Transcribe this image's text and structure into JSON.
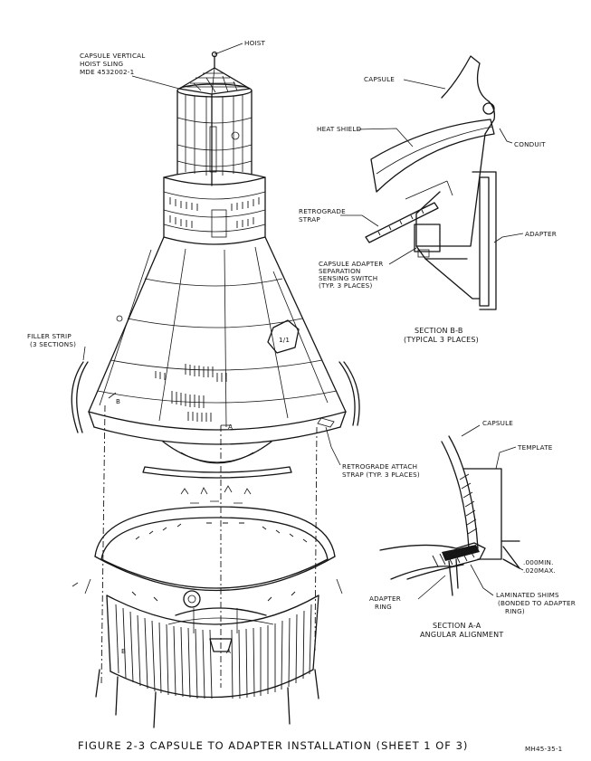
{
  "labels": {
    "hoist": "HOIST",
    "sling_line1": "CAPSULE VERTICAL",
    "sling_line2": "HOIST SLING",
    "sling_line3": "MDE 4532002-1",
    "filler_line1": "FILLER STRIP",
    "filler_line2": "(3 SECTIONS)",
    "capsule_b": "CAPSULE",
    "heat_shield": "HEAT SHIELD",
    "conduit": "CONDUIT",
    "retro_strap_line1": "RETROGRADE",
    "retro_strap_line2": "STRAP",
    "adapter": "ADAPTER",
    "switch_line1": "CAPSULE ADAPTER",
    "switch_line2": "SEPARATION",
    "switch_line3": "SENSING SWITCH",
    "switch_line4": "(TYP. 3 PLACES)",
    "section_bb_line1": "SECTION B-B",
    "section_bb_line2": "(TYPICAL 3 PLACES)",
    "capsule_a": "CAPSULE",
    "template": "TEMPLATE",
    "attach_line1": "RETROGRADE ATTACH",
    "attach_line2": "STRAP (TYP. 3 PLACES)",
    "tol_line1": ".000MIN.",
    "tol_line2": ".020MAX.",
    "ring_line1": "ADAPTER",
    "ring_line2": "RING",
    "shims_line1": "LAMINATED SHIMS",
    "shims_line2": "(BONDED TO ADAPTER",
    "shims_line3": "RING)",
    "section_aa_line1": "SECTION A-A",
    "section_aa_line2": "ANGULAR ALIGNMENT",
    "mark_a_top": "A",
    "mark_a_bottom": "A",
    "mark_b_top": "B",
    "mark_b_bottom": "B",
    "hatch_number": "1/1"
  },
  "caption": "FIGURE 2-3   CAPSULE TO ADAPTER INSTALLATION (SHEET 1 OF 3)",
  "drawing_number": "MH45-35-1"
}
